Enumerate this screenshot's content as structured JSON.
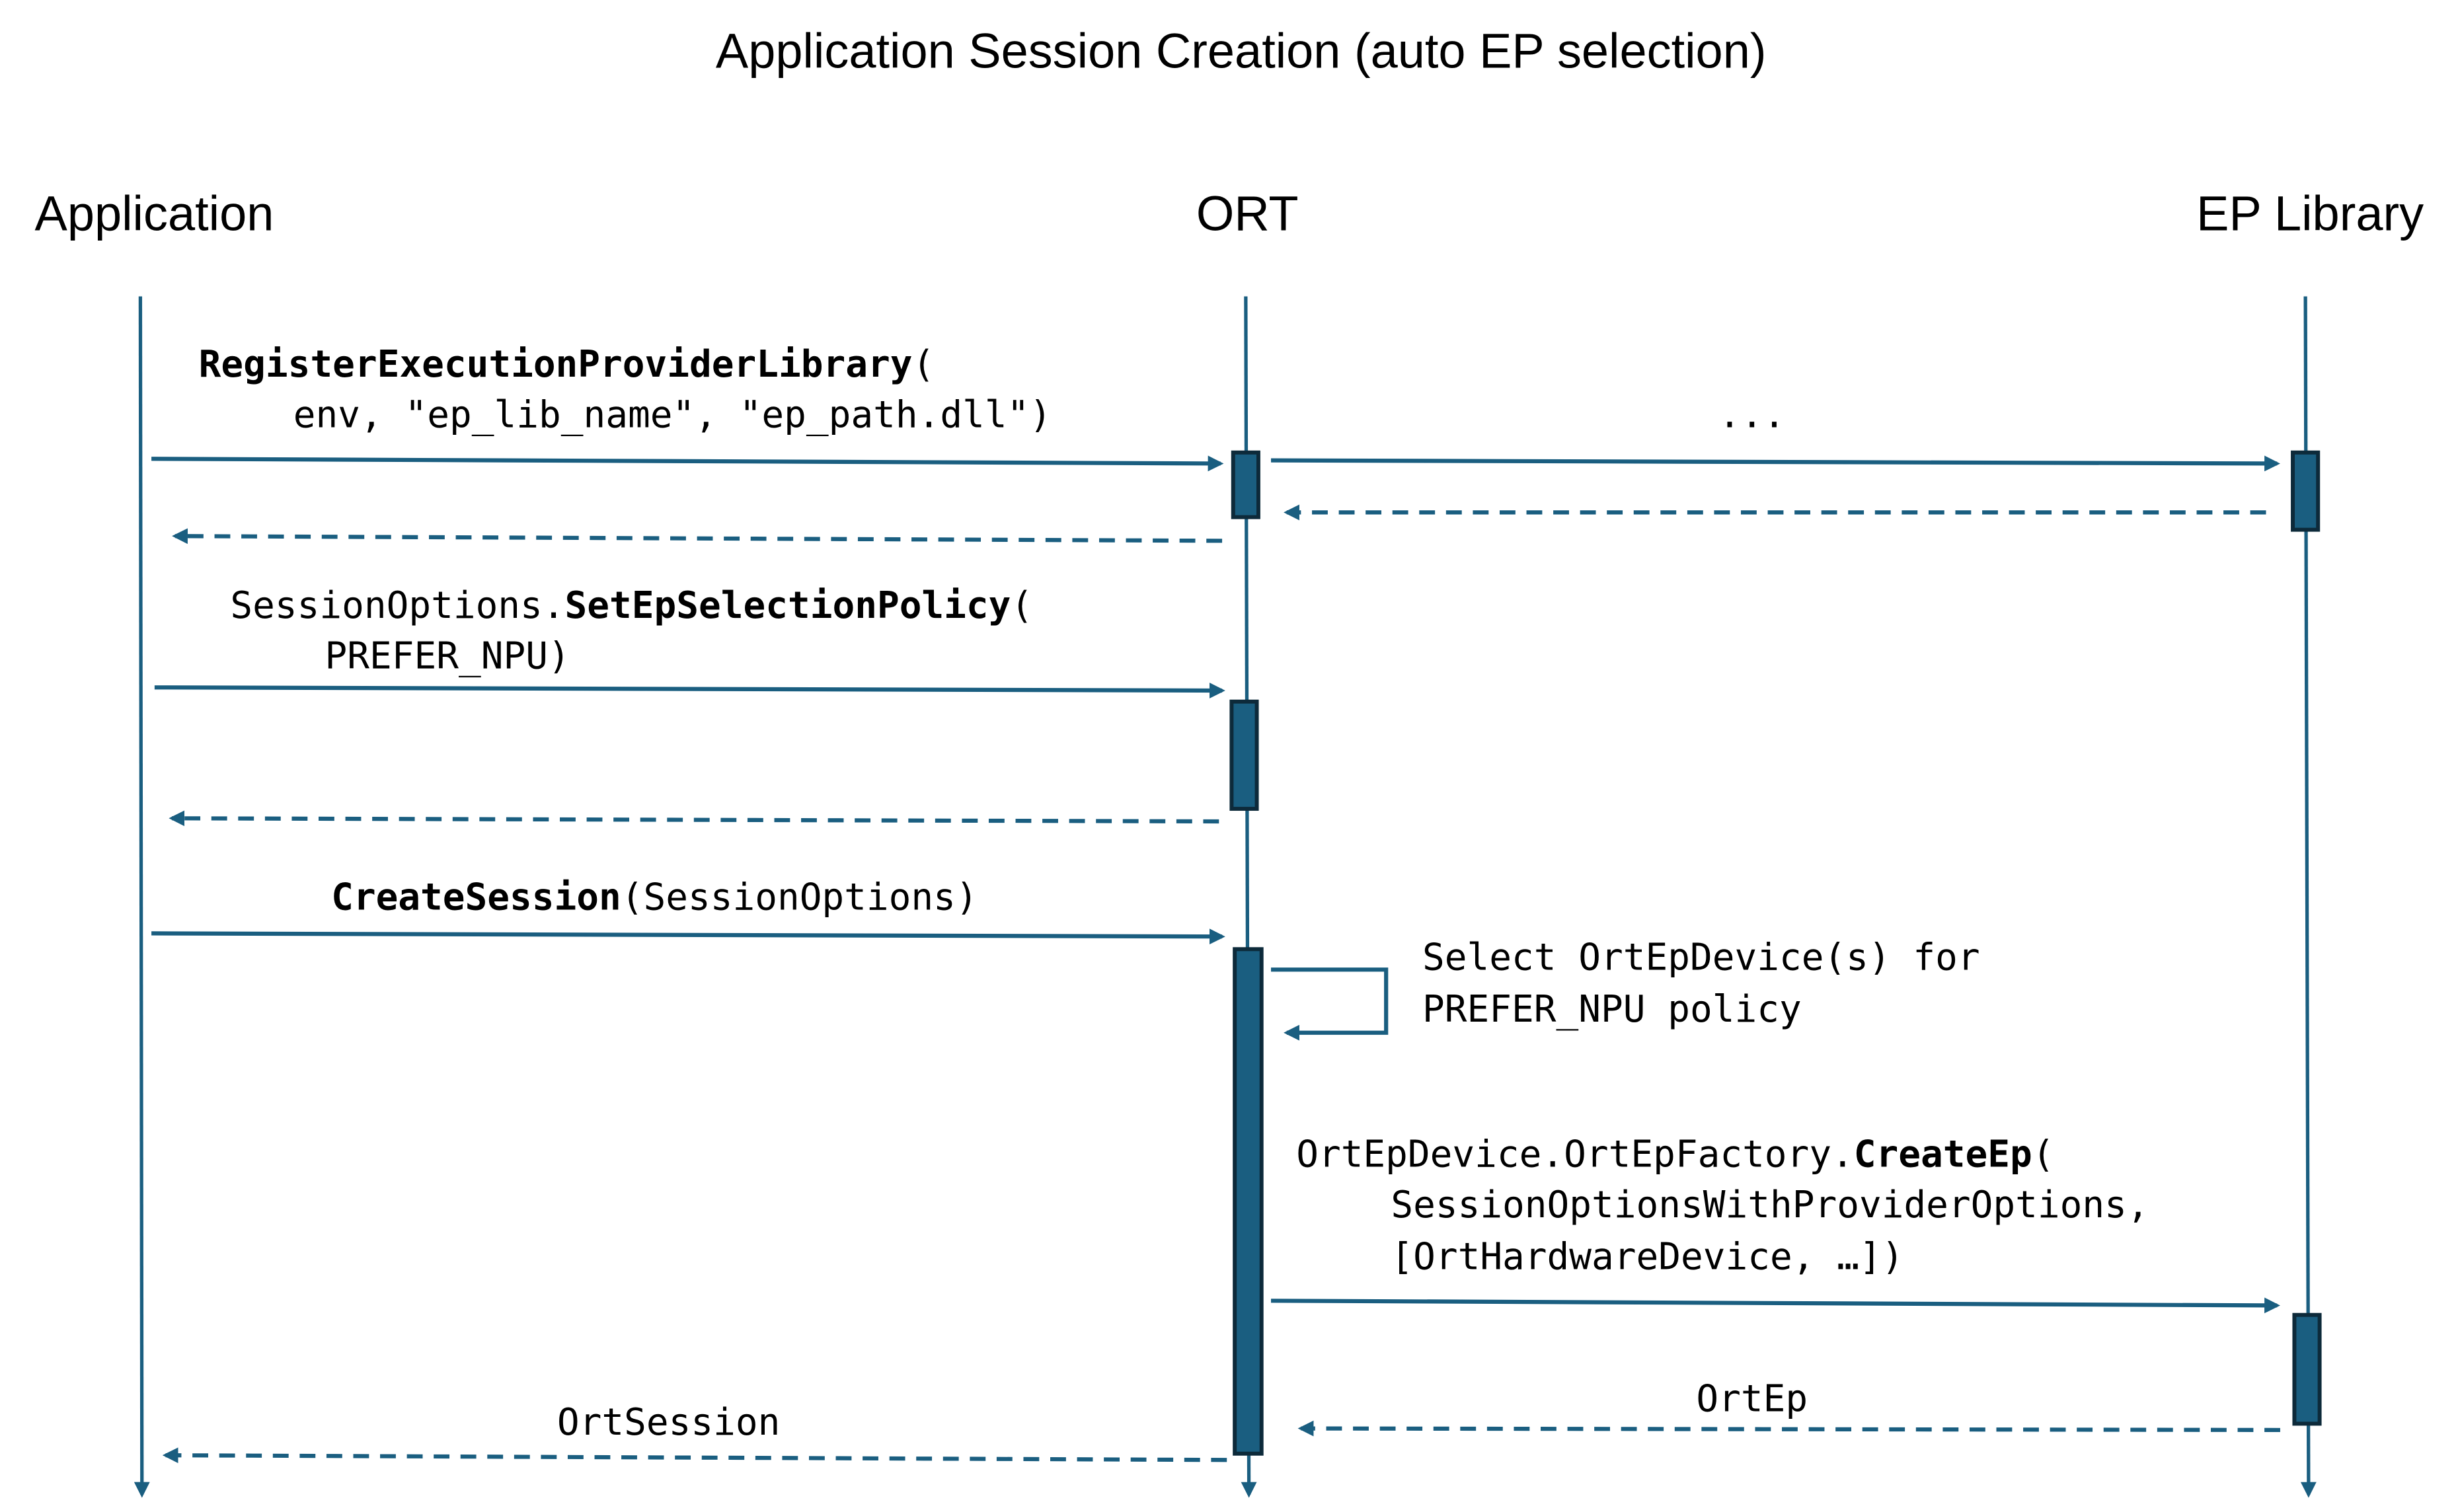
{
  "title": "Application Session Creation (auto EP selection)",
  "participants": {
    "application": "Application",
    "ort": "ORT",
    "ep_library": "EP Library"
  },
  "colors": {
    "line": "#1a5e80",
    "activation_fill": "#1a5e80",
    "activation_border": "#0d2a3a"
  },
  "messages": {
    "register": {
      "name": "RegisterExecutionProviderLibrary",
      "open": "(",
      "args": "env, \"ep_lib_name\", \"ep_path.dll\")"
    },
    "forward_ellipsis": "...",
    "set_policy": {
      "prefix": "SessionOptions.",
      "name": "SetEpSelectionPolicy",
      "open": "(",
      "args": "PREFER_NPU)"
    },
    "create_session": {
      "name": "CreateSession",
      "args": "(SessionOptions)"
    },
    "self_select": {
      "line1": "Select OrtEpDevice(s) for",
      "line2": "PREFER_NPU policy"
    },
    "create_ep": {
      "prefix": "OrtEpDevice.OrtEpFactory.",
      "name": "CreateEp",
      "open": "(",
      "line2": "SessionOptionsWithProviderOptions,",
      "line3": "[OrtHardwareDevice, …])"
    },
    "return_ortep": "OrtEp",
    "return_session": "OrtSession"
  }
}
